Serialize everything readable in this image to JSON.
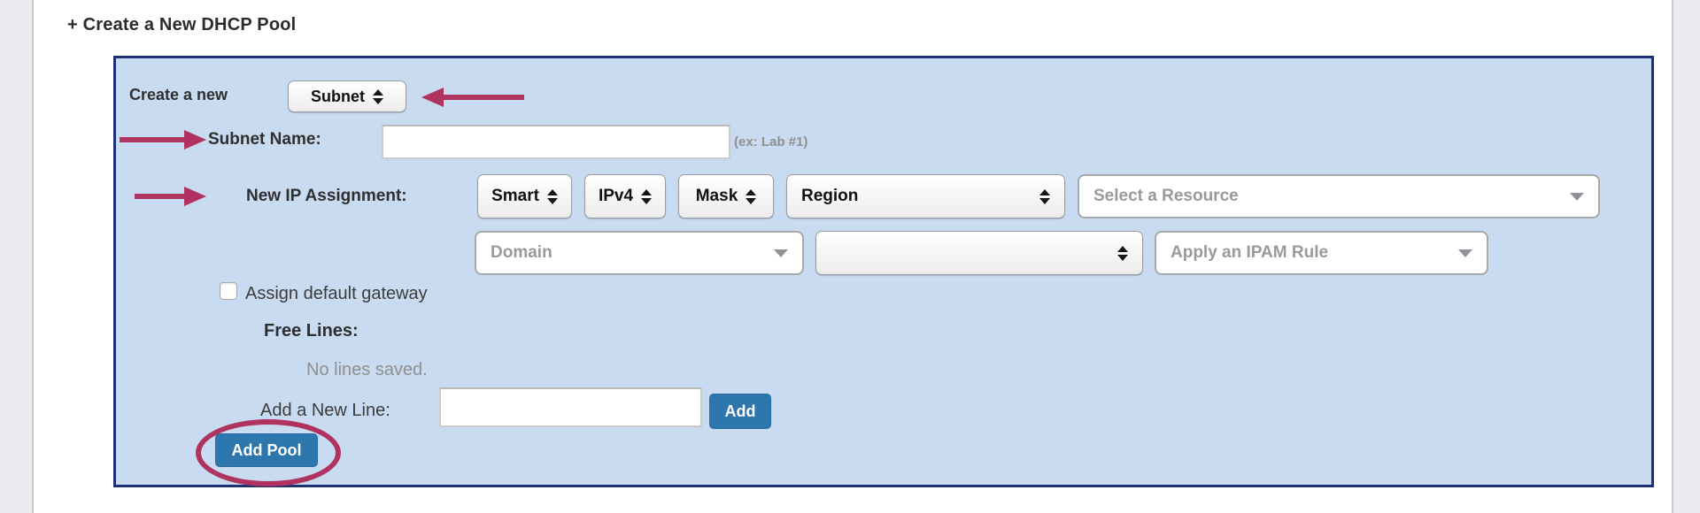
{
  "page": {
    "title": "+ Create a New DHCP Pool"
  },
  "panel": {
    "create_row": {
      "label": "Create a new",
      "type_value": "Subnet"
    },
    "subnet_name_row": {
      "label": "Subnet Name:",
      "input_value": "",
      "hint": "(ex: Lab #1)"
    },
    "ip_assignment_row": {
      "label": "New IP Assignment:",
      "smart": "Smart",
      "version": "IPv4",
      "mask": "Mask",
      "region": "Region",
      "resource": "Select a Resource"
    },
    "row2_dropdowns": {
      "domain": "Domain",
      "secondary_value": "",
      "ipam": "Apply an IPAM Rule"
    },
    "gateway": {
      "label": "Assign default gateway",
      "checked": false
    },
    "free_lines": {
      "label": "Free Lines:",
      "empty_text": "No lines saved."
    },
    "add_line": {
      "label": "Add a New Line:",
      "input_value": "",
      "button": "Add"
    },
    "add_pool": {
      "button": "Add Pool"
    }
  },
  "colors": {
    "accent": "#b0325f",
    "panel_bg": "#c9dbf1",
    "panel_border": "#1d3076",
    "button_blue": "#2e76ae"
  }
}
